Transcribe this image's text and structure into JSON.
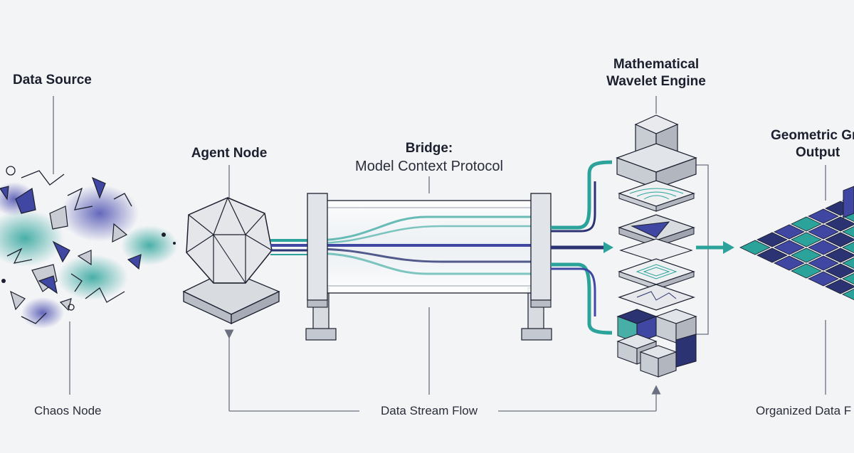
{
  "labels": {
    "data_source": "Data Source",
    "chaos_node": "Chaos Node",
    "agent_node": "Agent Node",
    "bridge_title": "Bridge:",
    "bridge_subtitle": "Model Context Protocol",
    "wavelet_line1": "Mathematical",
    "wavelet_line2": "Wavelet Engine",
    "grid_line1": "Geometric Gr",
    "grid_line2": "Output",
    "data_stream_flow": "Data Stream Flow",
    "organized_data": "Organized Data F"
  },
  "colors": {
    "background": "#f3f4f6",
    "teal": "#2ba39a",
    "indigo": "#3f47a3",
    "navy": "#2b3372",
    "gray_light": "#d8dbe0",
    "gray_mid": "#b9bdc6",
    "line": "#6b7080"
  }
}
